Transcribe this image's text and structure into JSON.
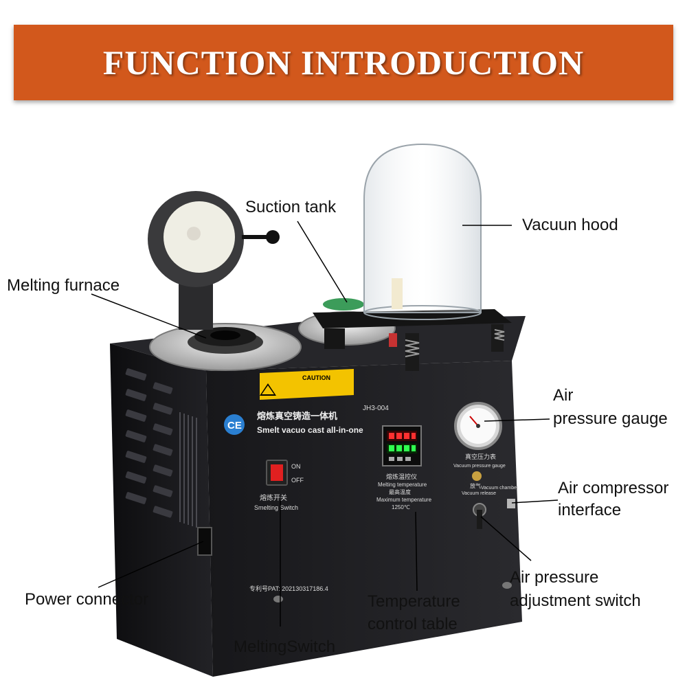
{
  "banner": {
    "title": "FUNCTION INTRODUCTION"
  },
  "labels": {
    "suction_tank": "Suction tank",
    "vacuum_hood": "Vacuun hood",
    "melting_furnace": "Melting furnace",
    "air_gauge_line1": "Air",
    "air_gauge_line2": "pressure gauge",
    "compressor_line1": "Air compressor",
    "compressor_line2": "interface",
    "adjust_line1": "Air pressure",
    "adjust_line2": "adjustment switch",
    "temp_line1": "Temperature",
    "temp_line2": "control table",
    "power_connector": "Power connector",
    "melting_switch": "MeltingSwitch"
  },
  "device_panel": {
    "model": "JH3-004",
    "ce_mark": "CE",
    "title_cn": "熔炼真空铸造一体机",
    "title_en": "Smelt vacuo cast all-in-one",
    "switch_on": "ON",
    "switch_off": "OFF",
    "switch_cn": "熔炼开关",
    "switch_en": "Smelting Switch",
    "temp_cn": "熔炼温控仪",
    "temp_en": "Melting temperature",
    "temp_max_cn": "最高温度",
    "temp_max_en": "Maximum temperature",
    "temp_max_value": "1250℃",
    "gauge_cn": "真空压力表",
    "gauge_en": "Vacuum pressure gauge",
    "release_cn": "放气",
    "release_en": "Vacuum release",
    "chamber_en": "Vacuum chamber",
    "patent": "专利号PAT: 202130317186.4",
    "caution": "CAUTION"
  },
  "colors": {
    "banner": "#d2581c",
    "housing": "#1c1c1e",
    "warning": "#f3c300"
  }
}
